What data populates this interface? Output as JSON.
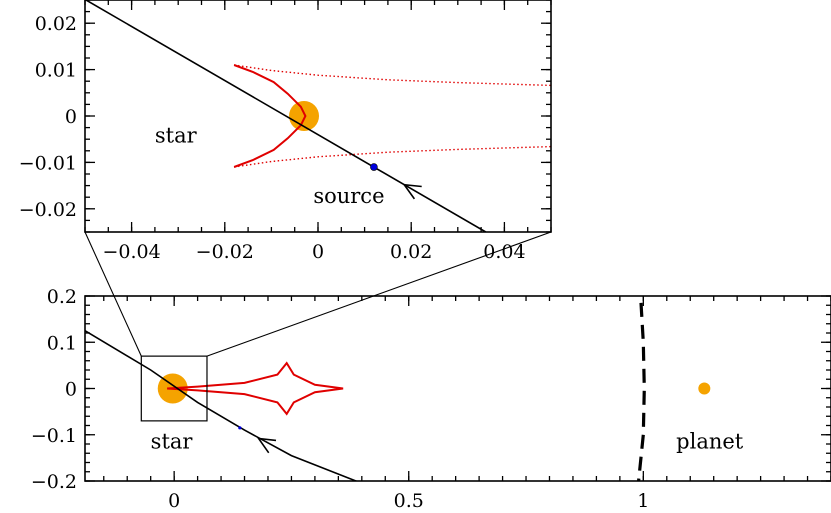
{
  "chart_data": [
    {
      "id": "inset",
      "type": "line",
      "xlim": [
        -0.05,
        0.05
      ],
      "ylim": [
        -0.025,
        0.025
      ],
      "xticks_major": [
        -0.04,
        -0.02,
        0,
        0.02,
        0.04
      ],
      "xtick_labels": [
        "−0.04",
        "−0.02",
        "0",
        "0.02",
        "0.04"
      ],
      "yticks_major": [
        -0.02,
        -0.01,
        0,
        0.01,
        0.02
      ],
      "ytick_labels": [
        "−0.02",
        "−0.01",
        "0",
        "0.01",
        "0.02"
      ],
      "star": {
        "x": -0.003,
        "y": 0.0
      },
      "source": {
        "x": 0.012,
        "y": -0.011
      },
      "trajectory": {
        "x1": -0.0515,
        "y1": 0.026,
        "x2": 0.036,
        "y2": -0.025
      },
      "trajectory_arrow": {
        "x": 0.0185,
        "y": -0.0148
      },
      "caustic_solid": [
        [
          -0.018,
          0.011
        ],
        [
          -0.014,
          0.0095
        ],
        [
          -0.0095,
          0.0073
        ],
        [
          -0.0065,
          0.0048
        ],
        [
          -0.0037,
          0.002
        ],
        [
          -0.0027,
          0.0
        ],
        [
          -0.0037,
          -0.002
        ],
        [
          -0.0065,
          -0.0048
        ],
        [
          -0.0095,
          -0.0073
        ],
        [
          -0.014,
          -0.0095
        ],
        [
          -0.018,
          -0.011
        ]
      ],
      "caustic_dotted_upper": [
        [
          -0.018,
          0.011
        ],
        [
          -0.01,
          0.0098
        ],
        [
          0.0,
          0.0088
        ],
        [
          0.015,
          0.0078
        ],
        [
          0.03,
          0.0072
        ],
        [
          0.05,
          0.0066
        ]
      ],
      "caustic_dotted_lower": [
        [
          -0.018,
          -0.011
        ],
        [
          -0.01,
          -0.0098
        ],
        [
          0.0,
          -0.0088
        ],
        [
          0.015,
          -0.0078
        ],
        [
          0.03,
          -0.0072
        ],
        [
          0.05,
          -0.0066
        ]
      ],
      "annotations": {
        "star": "star",
        "source": "source"
      }
    },
    {
      "id": "main",
      "type": "line",
      "xlim": [
        -0.19,
        1.4
      ],
      "ylim": [
        -0.2,
        0.2
      ],
      "xticks_major": [
        0,
        0.5,
        1
      ],
      "xtick_labels": [
        "0",
        "0.5",
        "1"
      ],
      "yticks_major": [
        -0.2,
        -0.1,
        0,
        0.1,
        0.2
      ],
      "ytick_labels": [
        "−0.2",
        "−0.1",
        "0",
        "0.1",
        "0.2"
      ],
      "star": {
        "x": -0.003,
        "y": 0.0
      },
      "planet": {
        "x": 1.13,
        "y": 0.0
      },
      "zoom_box": {
        "x0": -0.07,
        "x1": 0.07,
        "y0": -0.07,
        "y1": 0.07
      },
      "source": {
        "x": 0.14,
        "y": -0.085
      },
      "trajectory": [
        [
          -0.19,
          0.125
        ],
        [
          -0.05,
          0.04
        ],
        [
          0.05,
          -0.03
        ],
        [
          0.15,
          -0.09
        ],
        [
          0.25,
          -0.145
        ],
        [
          0.4,
          -0.205
        ]
      ],
      "trajectory_arrow": {
        "x": 0.18,
        "y": -0.108
      },
      "caustic": [
        [
          -0.015,
          0.0
        ],
        [
          0.05,
          0.004
        ],
        [
          0.15,
          0.012
        ],
        [
          0.22,
          0.03
        ],
        [
          0.24,
          0.055
        ],
        [
          0.255,
          0.03
        ],
        [
          0.3,
          0.008
        ],
        [
          0.36,
          0.0
        ],
        [
          0.3,
          -0.008
        ],
        [
          0.255,
          -0.03
        ],
        [
          0.24,
          -0.055
        ],
        [
          0.22,
          -0.03
        ],
        [
          0.15,
          -0.012
        ],
        [
          0.05,
          -0.004
        ],
        [
          -0.015,
          0.0
        ]
      ],
      "einstein_ring_arc": [
        [
          0.995,
          0.185
        ],
        [
          1.0,
          0.1
        ],
        [
          1.002,
          0.0
        ],
        [
          1.0,
          -0.1
        ],
        [
          0.99,
          -0.2
        ]
      ],
      "annotations": {
        "star": "star",
        "planet": "planet"
      }
    }
  ],
  "colors": {
    "star": "#f5a300",
    "planet": "#f5a300",
    "caustic": "#e00000",
    "source": "#0000dd",
    "axes": "#000000"
  }
}
